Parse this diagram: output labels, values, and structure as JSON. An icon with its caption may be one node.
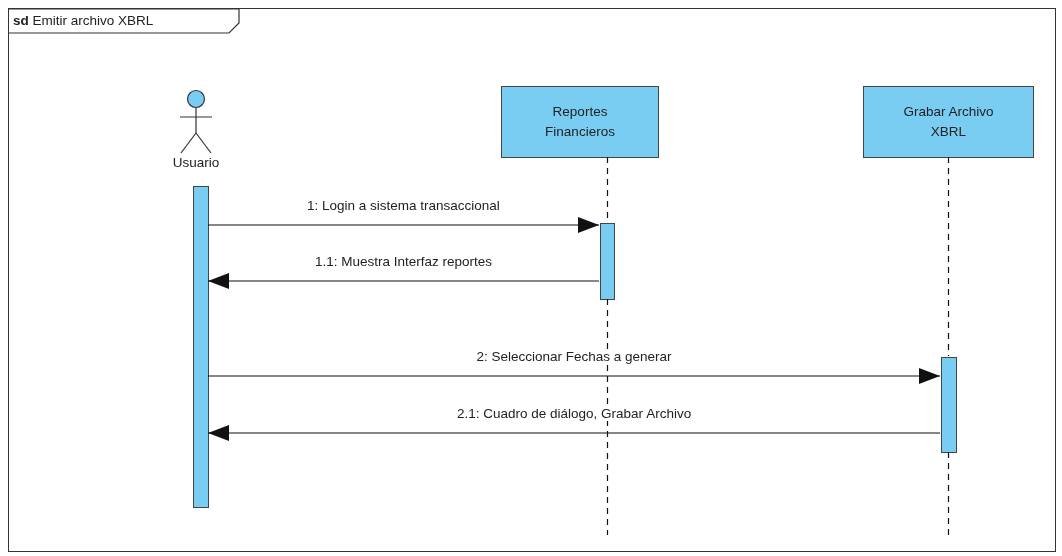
{
  "diagram": {
    "nodes": [
      {
        "text": [
          "**sd** Emitir archivo XBRL"
        ]
      },
      {
        "text": [
          "Usuario"
        ],
        "in": 0
      },
      {
        "text": [
          "Reportes Financieros"
        ],
        "in": 0
      },
      {
        "text": [
          "Grabar Archivo XBRL"
        ],
        "in": 0
      },
      {
        "text": [],
        "shape": "bar",
        "in": 0
      },
      {
        "text": [],
        "shape": "bar",
        "in": 0
      },
      {
        "text": [],
        "shape": "bar",
        "in": 0
      }
    ],
    "edges": [
      {
        "from": 4,
        "to": 5,
        "arrow": "to",
        "label": "1: Login a sistema transaccional"
      },
      {
        "from": 5,
        "to": 4,
        "arrow": "to",
        "label": "1.1: Muestra Interfaz reportes"
      },
      {
        "from": 4,
        "to": 6,
        "arrow": "to",
        "label": "2: Seleccionar Fechas a generar"
      },
      {
        "from": 6,
        "to": 4,
        "arrow": "to",
        "label": "2.1: Cuadro de diálogo, Grabar Archivo"
      },
      {
        "from": 2,
        "to": 5,
        "arrow": "none",
        "style": "dashed"
      },
      {
        "from": 3,
        "to": 6,
        "arrow": "none",
        "style": "dashed"
      },
      {
        "from": 5,
        "to": null,
        "arrow": "none",
        "style": "dashed"
      },
      {
        "from": 6,
        "to": null,
        "arrow": "none",
        "style": "dashed"
      }
    ]
  }
}
